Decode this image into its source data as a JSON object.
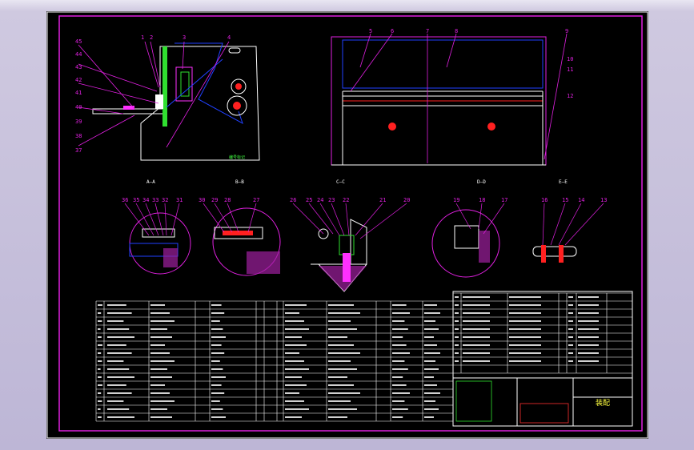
{
  "sections": [
    "A—A",
    "B—B",
    "C—C",
    "D—D",
    "E—E"
  ],
  "balloons_main": [
    "1",
    "2",
    "3",
    "4",
    "5",
    "6",
    "7",
    "8",
    "9",
    "10",
    "11",
    "12"
  ],
  "balloons_left": [
    "45",
    "44",
    "43",
    "42",
    "41",
    "40",
    "39",
    "38",
    "37"
  ],
  "balloons_detail": [
    "36",
    "35",
    "34",
    "33",
    "32",
    "31",
    "30",
    "29",
    "28",
    "27",
    "26",
    "25",
    "24",
    "23",
    "22",
    "21",
    "20",
    "19",
    "18",
    "17",
    "16",
    "15",
    "14",
    "13"
  ],
  "title_block": {
    "drawing_title": "装配",
    "header_cells": [
      "序",
      "代  号",
      "名  称",
      "数量",
      "材料",
      "单件",
      "总计",
      "备注"
    ]
  },
  "colors": {
    "frame": "#e020e0",
    "line": "#ffffff",
    "blue": "#2040ff",
    "red": "#ff2020",
    "green": "#30e030",
    "cyan": "#20e0e0"
  }
}
